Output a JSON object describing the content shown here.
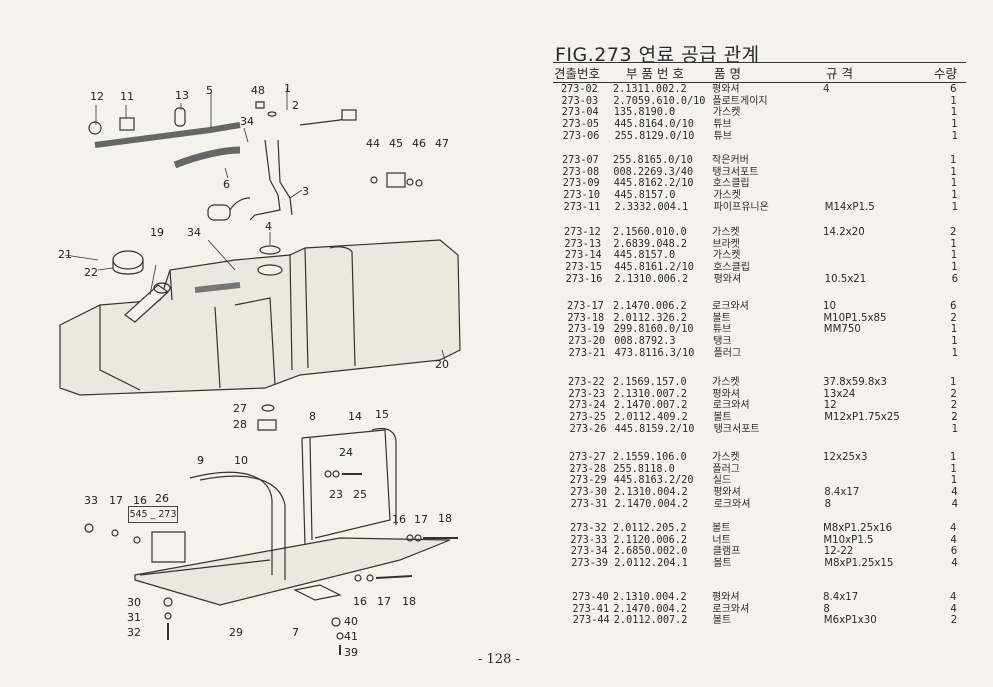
{
  "figure": {
    "title": "FIG.273 연료 공급 관계",
    "reference_box": "545 _ 273"
  },
  "table": {
    "headers": [
      "견출번호",
      "부 품 번 호",
      "품 명",
      "규 격",
      "수량"
    ],
    "groups": [
      [
        {
          "no": "273-02",
          "part": "2.1311.002.2",
          "name": "평와셔",
          "spec": "4",
          "qty": "6"
        },
        {
          "no": "273-03",
          "part": "2.7059.610.0/10",
          "name": "플로트게이지",
          "spec": "",
          "qty": "1"
        },
        {
          "no": "273-04",
          "part": "135.8190.0",
          "name": "가스켓",
          "spec": "",
          "qty": "1"
        },
        {
          "no": "273-05",
          "part": "445.8164.0/10",
          "name": "튜브",
          "spec": "",
          "qty": "1"
        },
        {
          "no": "273-06",
          "part": "255.8129.0/10",
          "name": "튜브",
          "spec": "",
          "qty": "1"
        }
      ],
      [
        {
          "no": "273-07",
          "part": "255.8165.0/10",
          "name": "작은커버",
          "spec": "",
          "qty": "1"
        },
        {
          "no": "273-08",
          "part": "008.2269.3/40",
          "name": "탱크서포트",
          "spec": "",
          "qty": "1"
        },
        {
          "no": "273-09",
          "part": "445.8162.2/10",
          "name": "호스클립",
          "spec": "",
          "qty": "1"
        },
        {
          "no": "273-10",
          "part": "445.8157.0",
          "name": "가스켓",
          "spec": "",
          "qty": "1"
        },
        {
          "no": "273-11",
          "part": "2.3332.004.1",
          "name": "파이프유니온",
          "spec": "M14xP1.5",
          "qty": "1"
        }
      ],
      [
        {
          "no": "273-12",
          "part": "2.1560.010.0",
          "name": "가스켓",
          "spec": "14.2x20",
          "qty": "2"
        },
        {
          "no": "273-13",
          "part": "2.6839.048.2",
          "name": "브라켓",
          "spec": "",
          "qty": "1"
        },
        {
          "no": "273-14",
          "part": "445.8157.0",
          "name": "가스켓",
          "spec": "",
          "qty": "1"
        },
        {
          "no": "273-15",
          "part": "445.8161.2/10",
          "name": "호스클립",
          "spec": "",
          "qty": "1"
        },
        {
          "no": "273-16",
          "part": "2.1310.006.2",
          "name": "평와셔",
          "spec": "10.5x21",
          "qty": "6"
        }
      ],
      [
        {
          "no": "273-17",
          "part": "2.1470.006.2",
          "name": "로크와셔",
          "spec": "10",
          "qty": "6"
        },
        {
          "no": "273-18",
          "part": "2.0112.326.2",
          "name": "볼트",
          "spec": "M10P1.5x85",
          "qty": "2"
        },
        {
          "no": "273-19",
          "part": "299.8160.0/10",
          "name": "튜브",
          "spec": "MM750",
          "qty": "1"
        },
        {
          "no": "273-20",
          "part": "008.8792.3",
          "name": "탱크",
          "spec": "",
          "qty": "1"
        },
        {
          "no": "273-21",
          "part": "473.8116.3/10",
          "name": "플러그",
          "spec": "",
          "qty": "1"
        }
      ],
      [
        {
          "no": "273-22",
          "part": "2.1569.157.0",
          "name": "가스켓",
          "spec": "37.8x59.8x3",
          "qty": "1"
        },
        {
          "no": "273-23",
          "part": "2.1310.007.2",
          "name": "평와셔",
          "spec": "13x24",
          "qty": "2"
        },
        {
          "no": "273-24",
          "part": "2.1470.007.2",
          "name": "로크와셔",
          "spec": "12",
          "qty": "2"
        },
        {
          "no": "273-25",
          "part": "2.0112.409.2",
          "name": "볼트",
          "spec": "M12xP1.75x25",
          "qty": "2"
        },
        {
          "no": "273-26",
          "part": "445.8159.2/10",
          "name": "탱크서포트",
          "spec": "",
          "qty": "1"
        }
      ],
      [
        {
          "no": "273-27",
          "part": "2.1559.106.0",
          "name": "가스켓",
          "spec": "12x25x3",
          "qty": "1"
        },
        {
          "no": "273-28",
          "part": "255.8118.0",
          "name": "플러그",
          "spec": "",
          "qty": "1"
        },
        {
          "no": "273-29",
          "part": "445.8163.2/20",
          "name": "실드",
          "spec": "",
          "qty": "1"
        },
        {
          "no": "273-30",
          "part": "2.1310.004.2",
          "name": "평와셔",
          "spec": "8.4x17",
          "qty": "4"
        },
        {
          "no": "273-31",
          "part": "2.1470.004.2",
          "name": "로크와셔",
          "spec": "8",
          "qty": "4"
        }
      ],
      [
        {
          "no": "273-32",
          "part": "2.0112.205.2",
          "name": "볼트",
          "spec": "M8xP1.25x16",
          "qty": "4"
        },
        {
          "no": "273-33",
          "part": "2.1120.006.2",
          "name": "너트",
          "spec": "M10xP1.5",
          "qty": "4"
        },
        {
          "no": "273-34",
          "part": "2.6850.002.0",
          "name": "클램프",
          "spec": "12-22",
          "qty": "6"
        },
        {
          "no": "273-39",
          "part": "2.0112.204.1",
          "name": "볼트",
          "spec": "M8xP1.25x15",
          "qty": "4"
        }
      ],
      [
        {
          "no": "273-40",
          "part": "2.1310.004.2",
          "name": "평와셔",
          "spec": "8.4x17",
          "qty": "4"
        },
        {
          "no": "273-41",
          "part": "2.1470.004.2",
          "name": "로크와셔",
          "spec": "8",
          "qty": "4"
        },
        {
          "no": "273-44",
          "part": "2.0112.007.2",
          "name": "볼트",
          "spec": "M6xP1x30",
          "qty": "2"
        }
      ]
    ]
  },
  "callouts": [
    "12",
    "11",
    "13",
    "5",
    "48",
    "1",
    "2",
    "34",
    "6",
    "3",
    "44",
    "45",
    "46",
    "47",
    "21",
    "22",
    "19",
    "34",
    "4",
    "20",
    "27",
    "28",
    "8",
    "14",
    "15",
    "24",
    "23",
    "25",
    "545_273",
    "9",
    "10",
    "33",
    "17",
    "16",
    "26",
    "16",
    "17",
    "18",
    "30",
    "31",
    "32",
    "29",
    "7",
    "16",
    "17",
    "18",
    "40",
    "41",
    "39"
  ],
  "page_number": "- 128 -"
}
